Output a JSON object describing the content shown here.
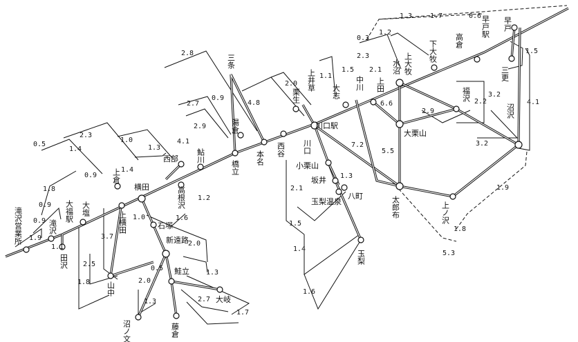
{
  "map": {
    "stations": [
      {
        "id": "kurayoshi_ekimae",
        "name": "滝沢営業所"
      },
      {
        "id": "takizawa",
        "name": "滝沢"
      },
      {
        "id": "denden",
        "name": "田沢"
      },
      {
        "id": "ohfuku",
        "name": "大福駅"
      },
      {
        "id": "ohshio",
        "name": "大塩"
      },
      {
        "id": "kamikura",
        "name": "上倉"
      },
      {
        "id": "yokota",
        "name": "横田"
      },
      {
        "id": "kamiyokota",
        "name": "上横田"
      },
      {
        "id": "sanchu",
        "name": "山中"
      },
      {
        "id": "ishizuka",
        "name": "石塚"
      },
      {
        "id": "shinkyoro",
        "name": "新遠路"
      },
      {
        "id": "sakedachi",
        "name": "鮭立"
      },
      {
        "id": "numanobun",
        "name": "沼ノ文"
      },
      {
        "id": "fujikura",
        "name": "藤倉"
      },
      {
        "id": "oomata",
        "name": "大岐"
      },
      {
        "id": "nishibe",
        "name": "西部"
      },
      {
        "id": "takanezawa",
        "name": "高根沢"
      },
      {
        "id": "nagare",
        "name": "鮎川"
      },
      {
        "id": "hashidate",
        "name": "橋立"
      },
      {
        "id": "yugura",
        "name": "湯倉"
      },
      {
        "id": "sanjo",
        "name": "三条"
      },
      {
        "id": "honmyo",
        "name": "本名"
      },
      {
        "id": "nishiya",
        "name": "西谷"
      },
      {
        "id": "kurisho",
        "name": "栗生"
      },
      {
        "id": "kamiigusa",
        "name": "上井草"
      },
      {
        "id": "kawaguchi",
        "name": "川口駅"
      },
      {
        "id": "ohshi",
        "name": "大志"
      },
      {
        "id": "kawaguchi2",
        "name": "川口"
      },
      {
        "id": "oguriyama",
        "name": "小栗山"
      },
      {
        "id": "sakai",
        "name": "坂井"
      },
      {
        "id": "tamanashionsen",
        "name": "玉梨温泉"
      },
      {
        "id": "yamachi",
        "name": "八町"
      },
      {
        "id": "tamanashi",
        "name": "玉梨"
      },
      {
        "id": "nakagawa",
        "name": "中川"
      },
      {
        "id": "kamita",
        "name": "上田"
      },
      {
        "id": "mizunuma",
        "name": "水沼"
      },
      {
        "id": "kamiohashi",
        "name": "上大牧"
      },
      {
        "id": "ohkuriyama",
        "name": "大栗山"
      },
      {
        "id": "taroufu",
        "name": "太郎布"
      },
      {
        "id": "kaminosawa",
        "name": "上ノ沢"
      },
      {
        "id": "numazawa",
        "name": "沼沢"
      },
      {
        "id": "fukuzawa",
        "name": "福沢"
      },
      {
        "id": "shimoohashi",
        "name": "下大牧"
      },
      {
        "id": "takakura",
        "name": "高倉"
      },
      {
        "id": "hayato_eki",
        "name": "早戸駅"
      },
      {
        "id": "hayato",
        "name": "早戸"
      },
      {
        "id": "mitsuyo",
        "name": "三更"
      }
    ],
    "distances": [
      "1.9",
      "0.9",
      "0.9",
      "1.1",
      "1.8",
      "0.5",
      "1.4",
      "2.3",
      "0.9",
      "1.4",
      "1.0",
      "1.3",
      "4.1",
      "2.9",
      "2.7",
      "0.9",
      "4.8",
      "2.8",
      "2.0",
      "1.1",
      "1.5",
      "2.1",
      "2.3",
      "0.3",
      "1.2",
      "1.3",
      "1.7",
      "0.6",
      "1.5",
      "4.1",
      "3.2",
      "2.2",
      "2.9",
      "6.6",
      "3.2",
      "7.2",
      "5.5",
      "1.9",
      "1.8",
      "5.3",
      "1.3",
      "2.1",
      "1.5",
      "1.4",
      "1.6",
      "3.7",
      "2.5",
      "1.8",
      "1.0",
      "1.6",
      "2.0",
      "1.2",
      "1.3",
      "0.5",
      "2.0",
      "1.3",
      "2.7",
      "1.7"
    ]
  }
}
